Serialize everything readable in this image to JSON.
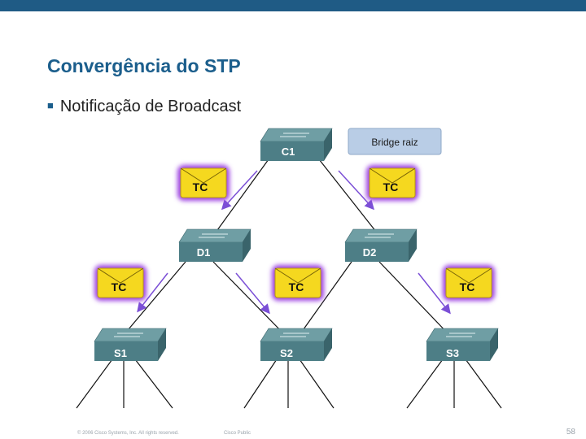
{
  "slide": {
    "title": "Convergência do STP",
    "bullet": "Notificação de Broadcast",
    "footer_copyright": "© 2006 Cisco Systems, Inc. All rights reserved.",
    "footer_classification": "Cisco Public",
    "page_number": "58"
  },
  "diagram": {
    "root_label": "Bridge raiz",
    "tc_label": "TC",
    "switches": {
      "c1": "C1",
      "d1": "D1",
      "d2": "D2",
      "s1": "S1",
      "s2": "S2",
      "s3": "S3"
    },
    "colors": {
      "switch_face": "#4d7e86",
      "switch_top": "#6f9ea4",
      "switch_side": "#3a646b",
      "tc_glow": "#9b3fe0",
      "tc_envelope": "#f5d81f",
      "arrow": "#7b4fd6",
      "root_box": "#b9cde6"
    }
  }
}
